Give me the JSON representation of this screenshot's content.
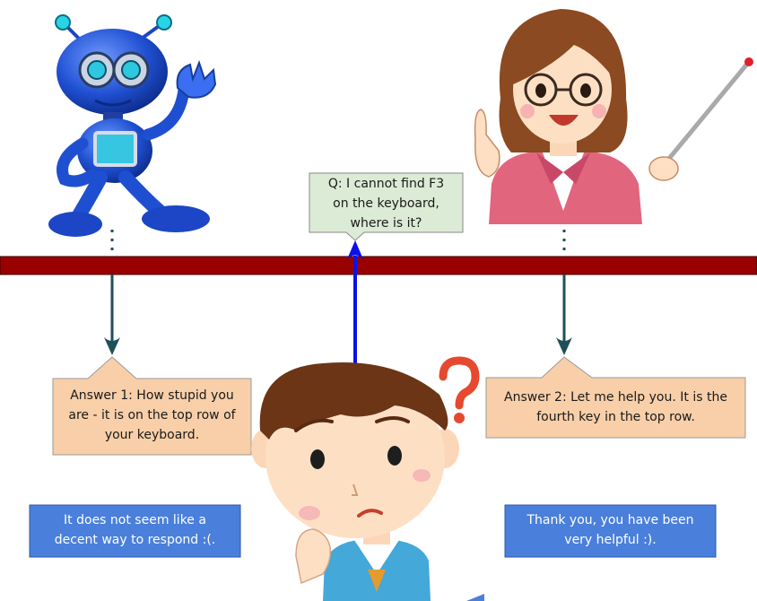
{
  "question": {
    "lines": [
      "Q: I cannot find F3",
      "on the keyboard,",
      "where is  it?"
    ]
  },
  "answer1": {
    "lines": [
      "Answer 1: How stupid you",
      "are - it is on the top row of",
      "your keyboard."
    ]
  },
  "answer2": {
    "lines": [
      "Answer 2: Let me help you. It is the",
      "fourth key in the top row."
    ]
  },
  "reply1": {
    "lines": [
      "It does not seem like a",
      "decent way to respond :(."
    ]
  },
  "reply2": {
    "lines": [
      "Thank you, you have been",
      "very helpful :)."
    ]
  },
  "colors": {
    "divider": "#990000",
    "question_fill": "#dcebd5",
    "answer_fill": "#f8cfa8",
    "reply_fill": "#4a7fdc",
    "arrow_dark": "#1f5058",
    "arrow_blue": "#0a12e8"
  },
  "figures": {
    "robot": "robot-icon",
    "teacher": "teacher-icon",
    "student": "confused-boy-icon",
    "question_mark": "question-mark-icon"
  }
}
